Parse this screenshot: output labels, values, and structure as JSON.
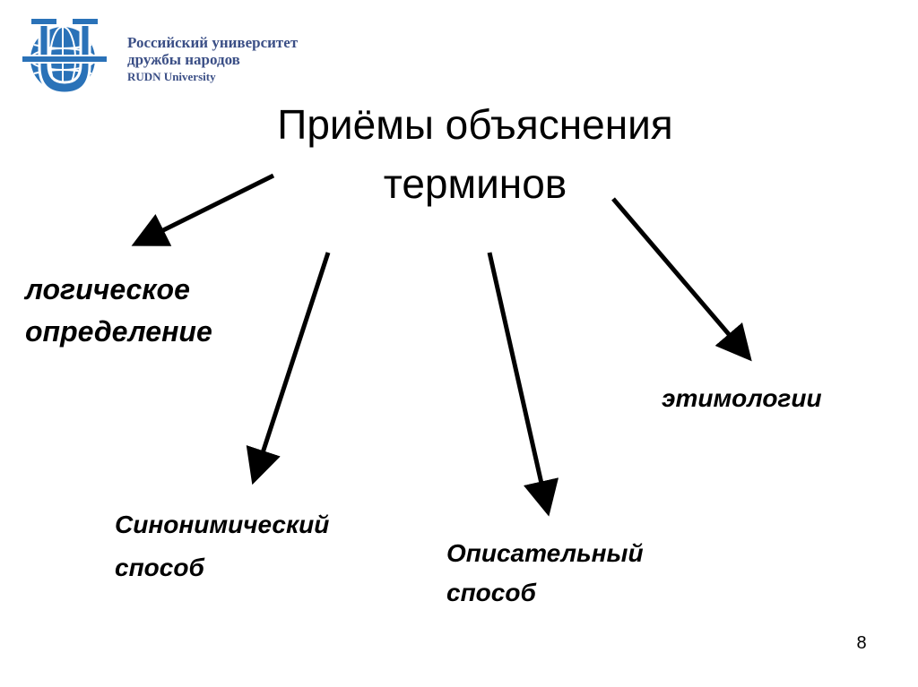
{
  "logo": {
    "line1": "Российский университет",
    "line2": "дружбы народов",
    "line3": "RUDN University",
    "colors": {
      "primary": "#2a72b8",
      "text": "#3b4f86"
    },
    "icon": "rudn-emblem-icon"
  },
  "title": {
    "line1": "Приёмы объяснения",
    "line2": "терминов"
  },
  "terms": {
    "logical": {
      "line1": "логическое",
      "line2": "определение"
    },
    "etymology": {
      "line1": "этимологии"
    },
    "synonymic": {
      "line1": "Синонимический",
      "line2": "способ"
    },
    "descriptive": {
      "line1": "Описательный",
      "line2": "способ"
    }
  },
  "page_number": "8",
  "arrow_color": "#000000"
}
